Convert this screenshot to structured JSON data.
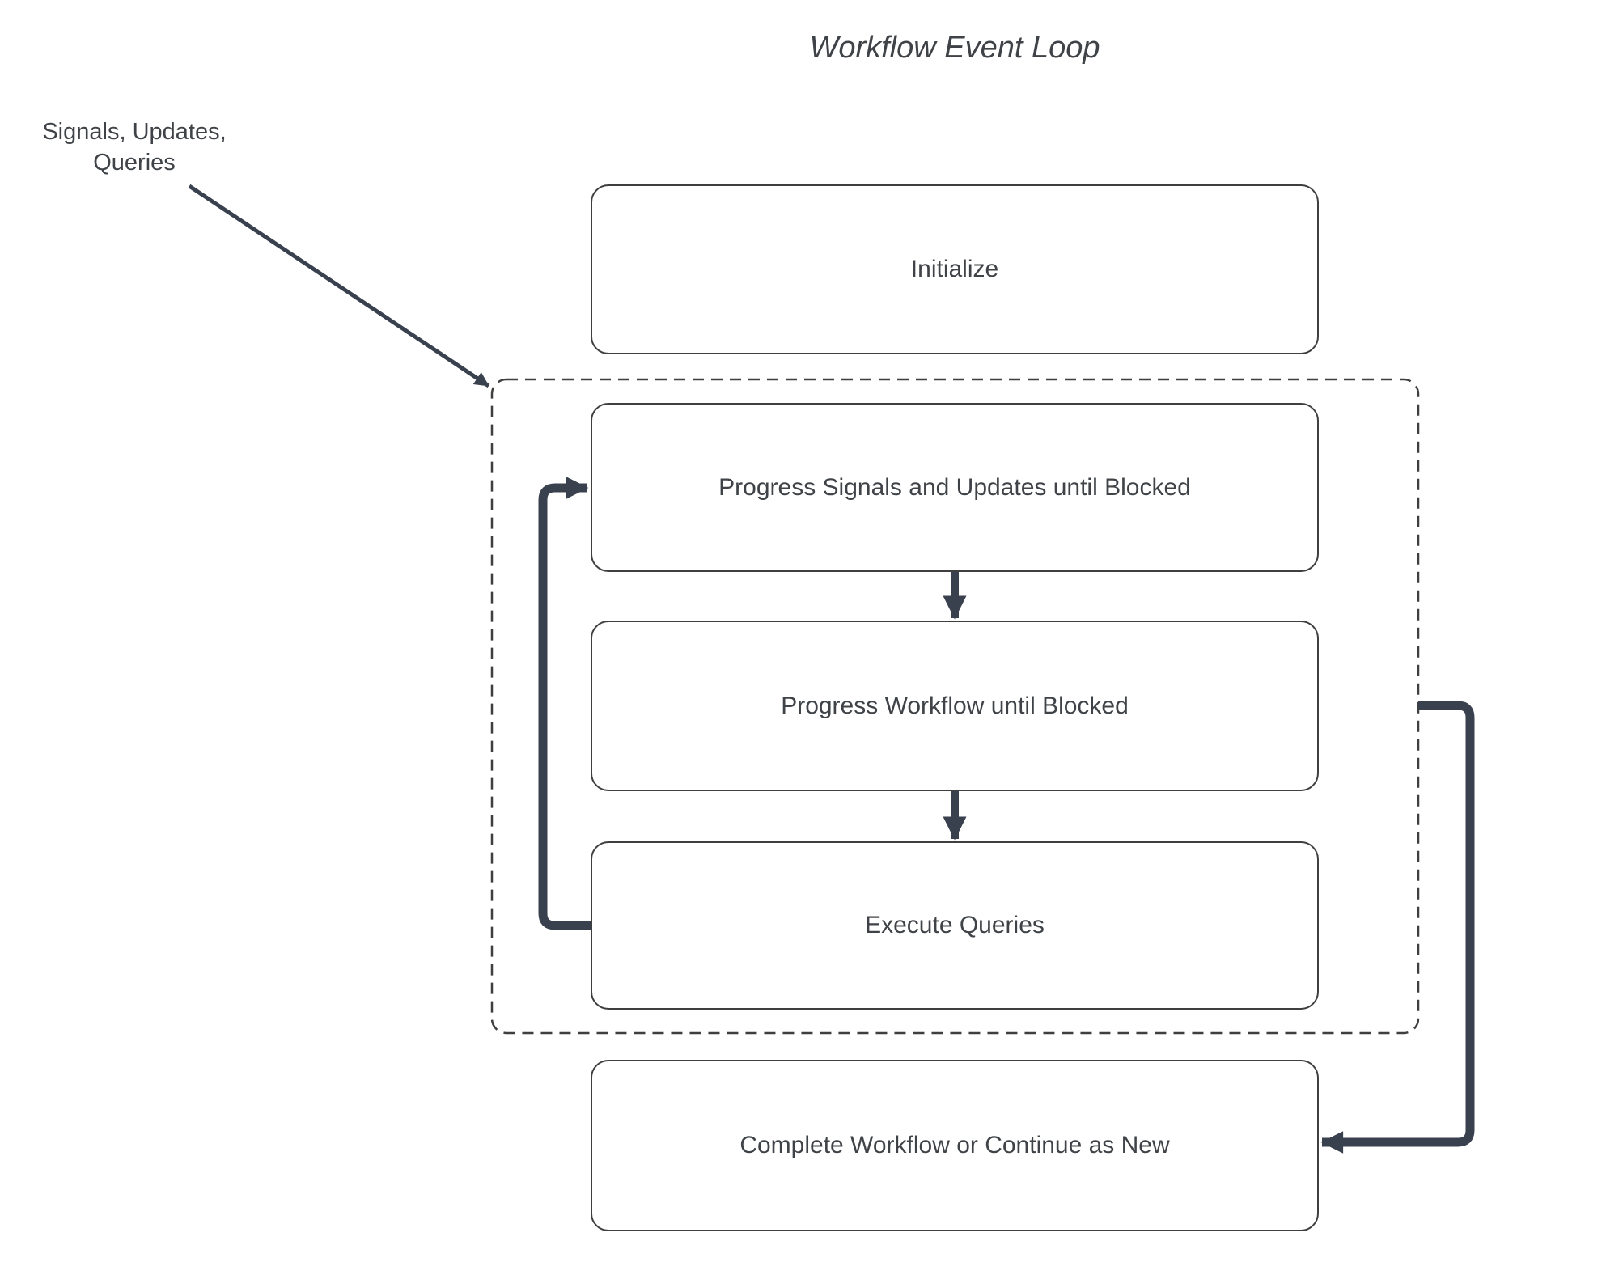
{
  "title": "Workflow Event Loop",
  "annotation": {
    "label": "Signals, Updates,\nQueries"
  },
  "nodes": {
    "initialize": {
      "label": "Initialize"
    },
    "progress_signals": {
      "label": "Progress Signals and Updates until Blocked"
    },
    "progress_workflow": {
      "label": "Progress Workflow until Blocked"
    },
    "execute_queries": {
      "label": "Execute Queries"
    },
    "complete": {
      "label": "Complete Workflow or Continue as New"
    }
  },
  "group": {
    "style": "dashed-rounded-rectangle",
    "contains": [
      "progress_signals",
      "progress_workflow",
      "execute_queries"
    ]
  },
  "edges": [
    {
      "from": "annotation",
      "to": "group",
      "style": "thin-diagonal",
      "arrowhead": true
    },
    {
      "from": "progress_signals",
      "to": "progress_workflow",
      "style": "thick-short-down",
      "arrowhead": true
    },
    {
      "from": "progress_workflow",
      "to": "execute_queries",
      "style": "thick-short-down",
      "arrowhead": true
    },
    {
      "from": "execute_queries",
      "to": "progress_signals",
      "style": "thick-elbow-left-side",
      "arrowhead": true
    },
    {
      "from": "group",
      "to": "complete",
      "style": "thick-elbow-right-side",
      "arrowhead": true
    }
  ],
  "colors": {
    "background": "#ffffff",
    "node_fill": "#ffffff",
    "node_border": "#3f3f3f",
    "connector": "#3a414e",
    "text": "#3f4347"
  }
}
